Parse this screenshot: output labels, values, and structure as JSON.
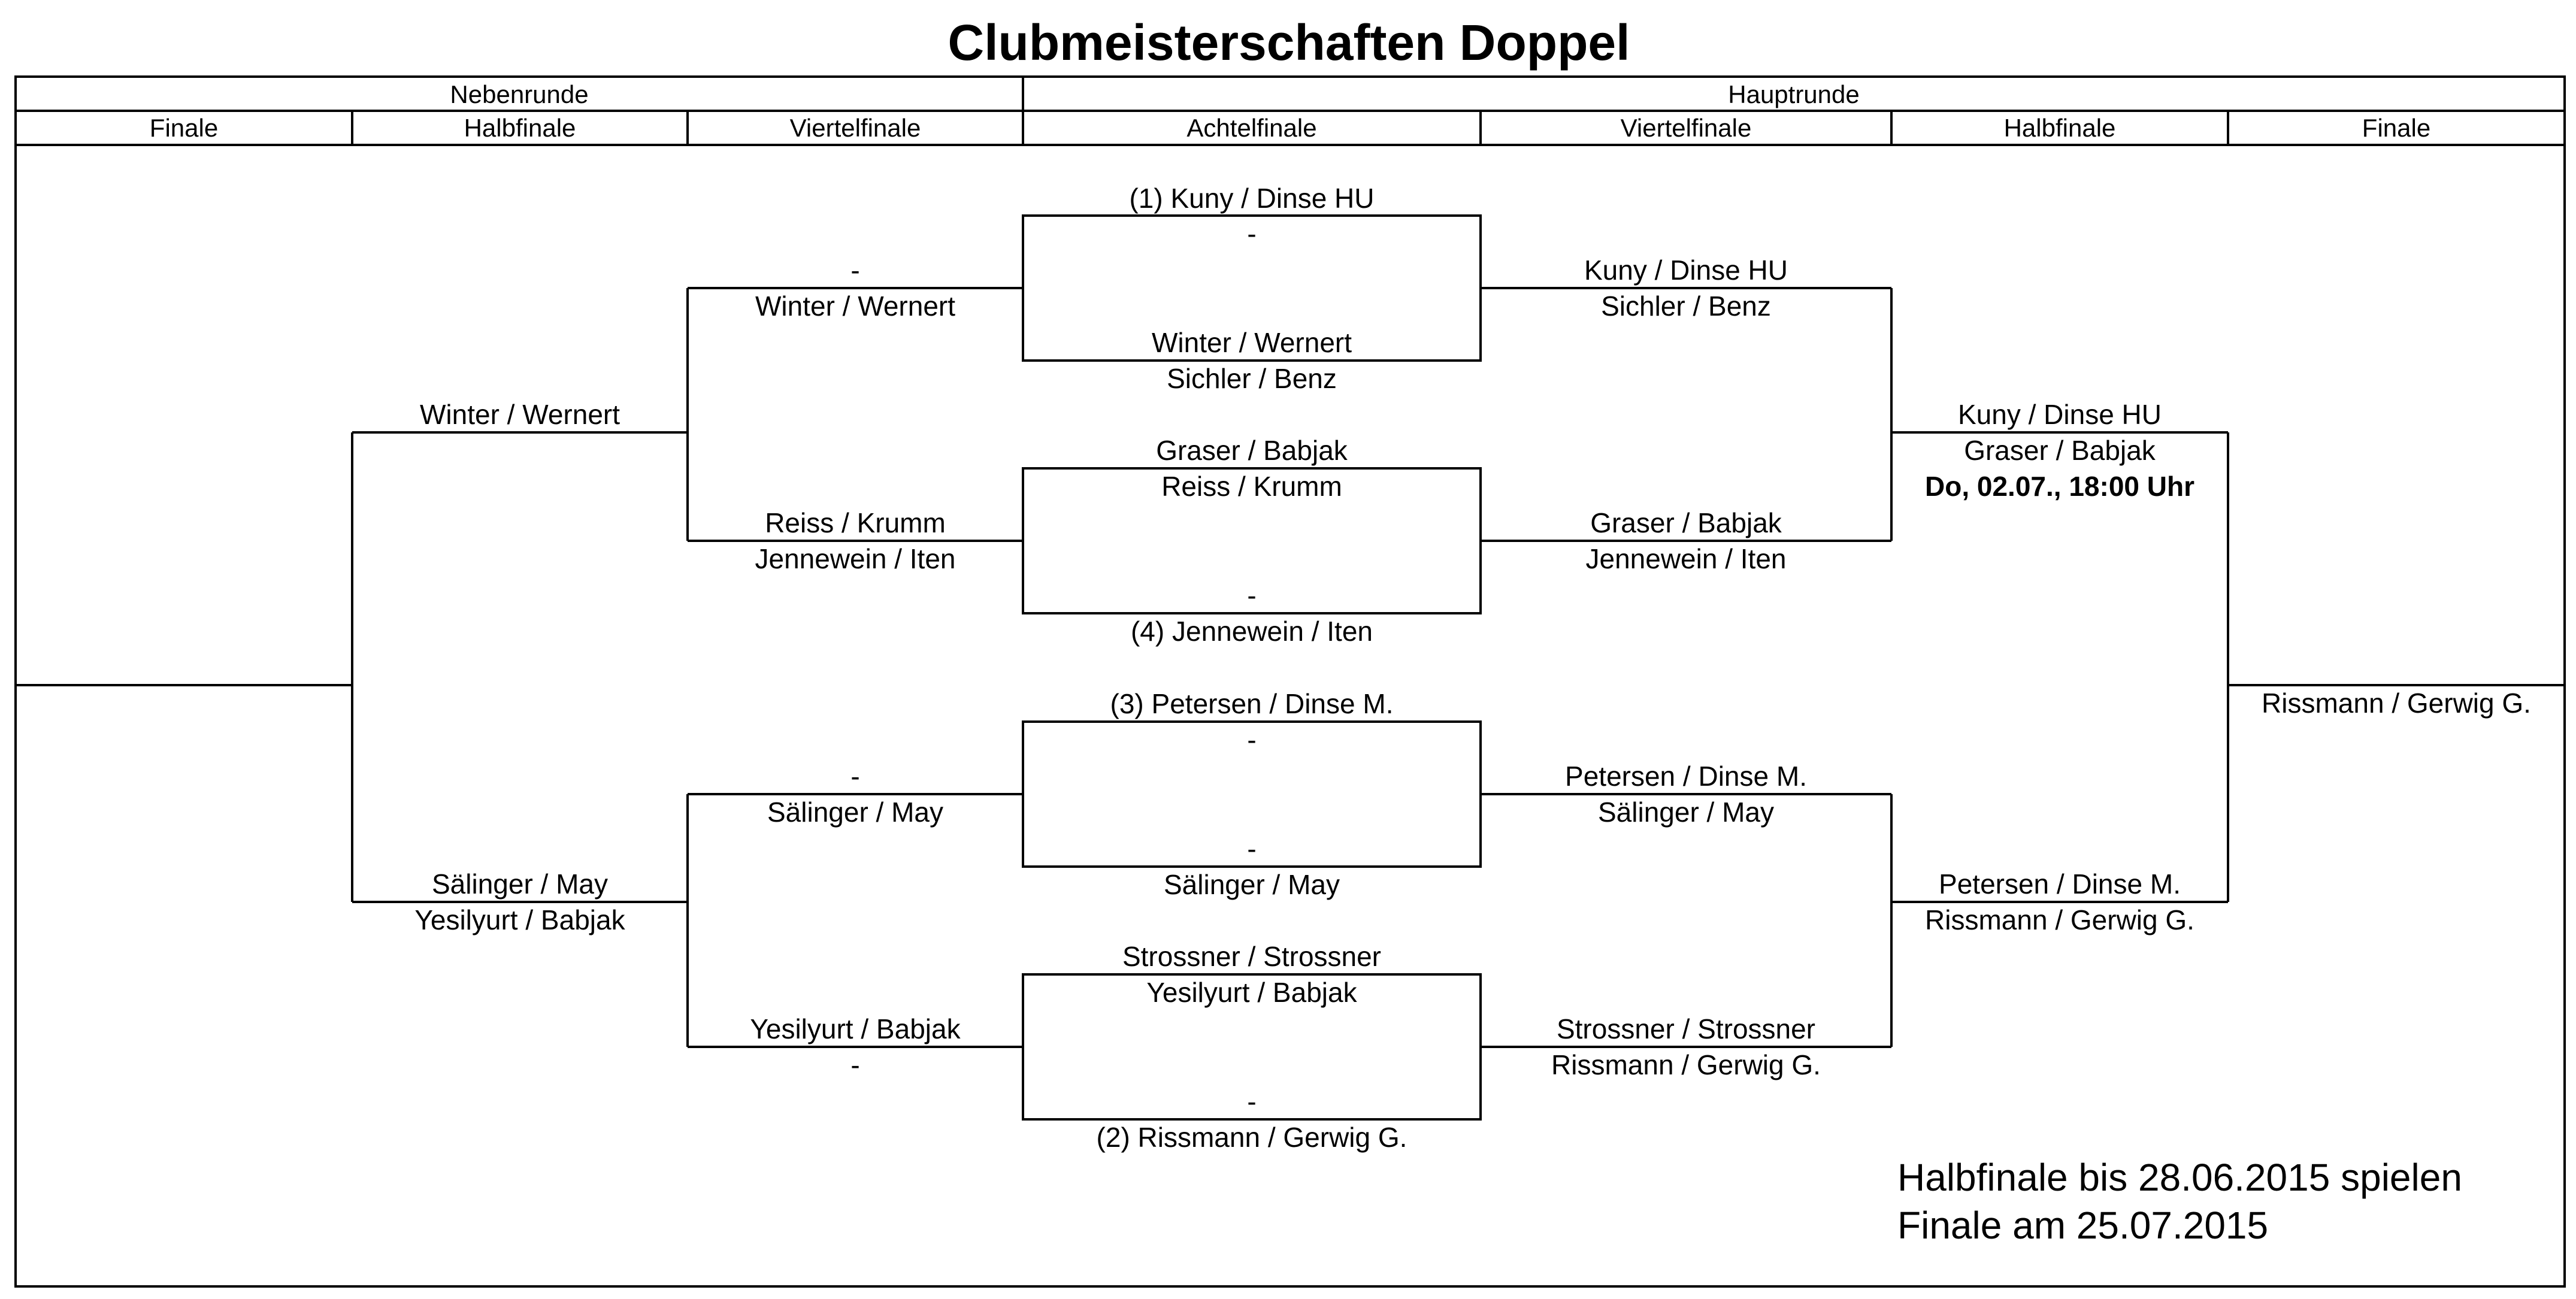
{
  "title": "Clubmeisterschaften Doppel",
  "groups": {
    "nebenrunde": "Nebenrunde",
    "hauptrunde": "Hauptrunde"
  },
  "columns": {
    "n_finale": "Finale",
    "n_halbfinale": "Halbfinale",
    "n_viertelfinale": "Viertelfinale",
    "h_achtelfinale": "Achtelfinale",
    "h_viertelfinale": "Viertelfinale",
    "h_halbfinale": "Halbfinale",
    "h_finale": "Finale"
  },
  "achtelfinale": {
    "m1": {
      "top": "(1) Kuny / Dinse HU",
      "score1": "-",
      "bottom": "Winter / Wernert",
      "loser": "Sichler / Benz"
    },
    "m2": {
      "top": "Graser / Babjak",
      "score1": "Reiss / Krumm",
      "score2": "-",
      "bottom": "(4) Jennewein / Iten"
    },
    "m3": {
      "top": "(3) Petersen / Dinse M.",
      "score1": "-",
      "score2": "-",
      "bottom": "Sälinger / May"
    },
    "m4": {
      "top": "Strossner / Strossner",
      "score1": "Yesilyurt / Babjak",
      "score2": "-",
      "bottom": "(2) Rissmann / Gerwig G."
    }
  },
  "viertelfinale": {
    "q1": {
      "winner": "Kuny / Dinse HU",
      "loser": "Sichler / Benz"
    },
    "q2": {
      "winner": "Graser / Babjak",
      "loser": "Jennewein / Iten"
    },
    "q3": {
      "winner": "Petersen / Dinse M.",
      "loser": "Sälinger / May"
    },
    "q4": {
      "winner": "Strossner / Strossner",
      "loser": "Rissmann / Gerwig G."
    }
  },
  "halbfinale": {
    "s1": {
      "winner": "Kuny / Dinse HU",
      "loser": "Graser / Babjak",
      "date": "Do, 02.07., 18:00 Uhr"
    },
    "s2": {
      "winner": "Petersen / Dinse M.",
      "loser": "Rissmann / Gerwig G."
    }
  },
  "finale": {
    "result": "Rissmann / Gerwig G."
  },
  "neben_viertelfinale": {
    "n1": {
      "winner": "-",
      "loser": "Winter / Wernert"
    },
    "n2": {
      "winner": "Reiss / Krumm",
      "loser": "Jennewein / Iten"
    },
    "n3": {
      "winner": "-",
      "loser": "Sälinger / May"
    },
    "n4": {
      "winner": "Yesilyurt / Babjak",
      "loser": "-"
    }
  },
  "neben_halbfinale": {
    "h1": {
      "winner": "Winter / Wernert"
    },
    "h2": {
      "winner": "Sälinger / May",
      "loser": "Yesilyurt / Babjak"
    }
  },
  "notes": {
    "line1": "Halbfinale bis 28.06.2015 spielen",
    "line2": "Finale am 25.07.2015"
  }
}
